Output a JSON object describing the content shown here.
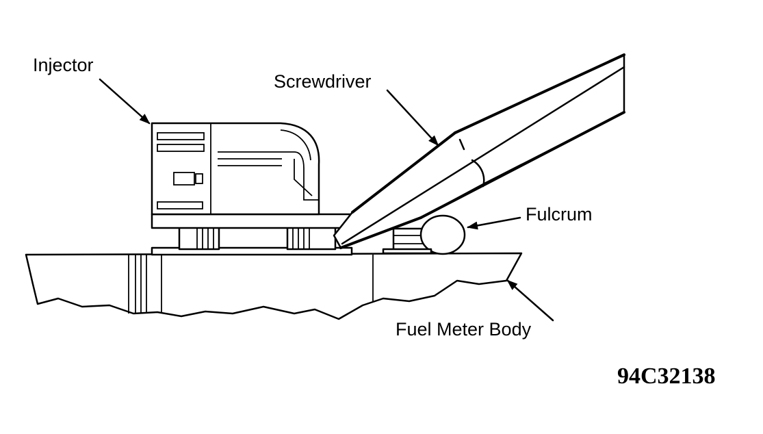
{
  "labels": {
    "injector": "Injector",
    "screwdriver": "Screwdriver",
    "fulcrum": "Fulcrum",
    "fuel_meter_body": "Fuel Meter Body"
  },
  "figure_code": "94C32138"
}
